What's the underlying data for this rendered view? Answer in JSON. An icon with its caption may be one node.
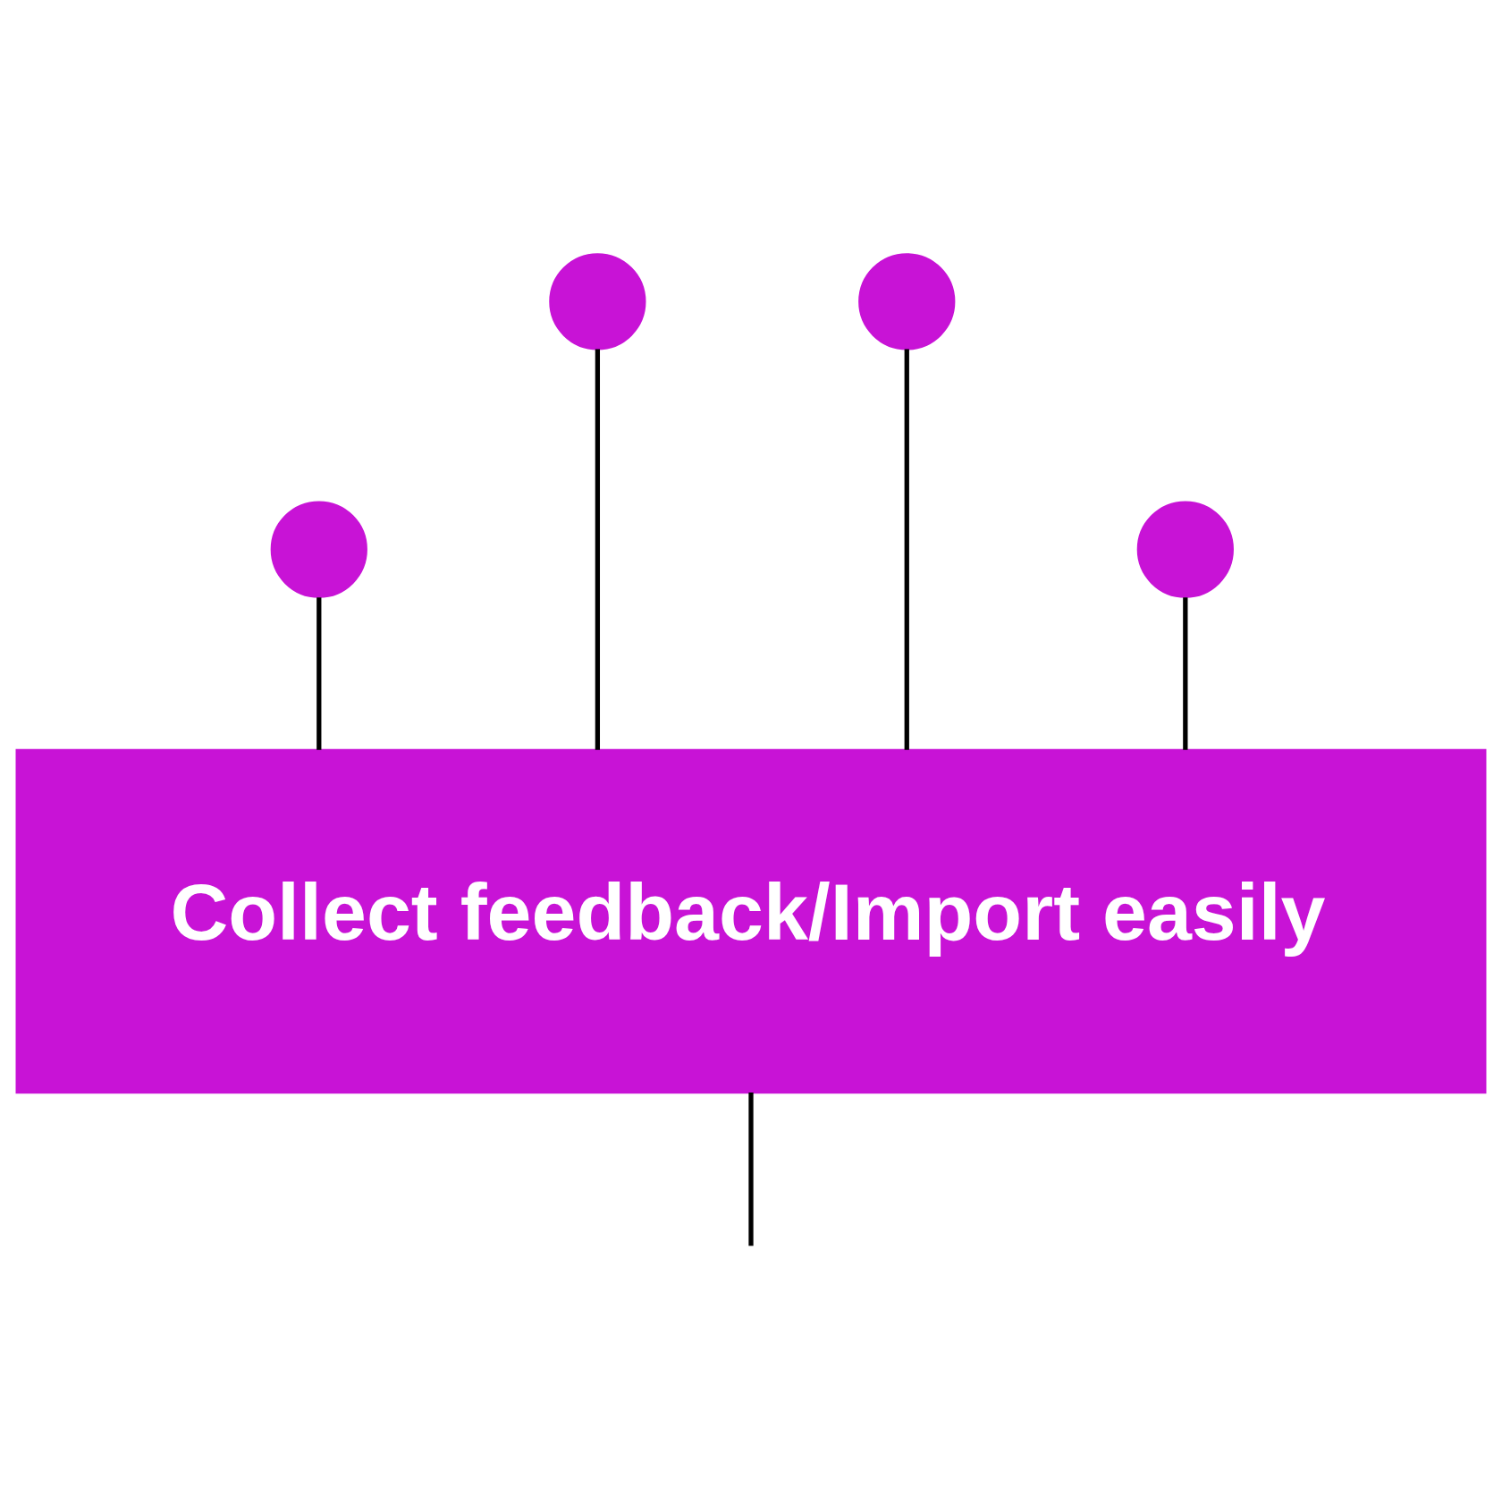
{
  "diagram": {
    "nodes": [
      {
        "text": [],
        "shape": "circle"
      },
      {
        "text": [],
        "shape": "circle"
      },
      {
        "text": [],
        "shape": "circle"
      },
      {
        "text": [],
        "shape": "circle"
      },
      {
        "text": [
          "Collect feedback/Import easily"
        ]
      }
    ],
    "edges": [
      {
        "from": 0,
        "to": 4,
        "arrow": "none"
      },
      {
        "from": 1,
        "to": 4,
        "arrow": "none"
      },
      {
        "from": 2,
        "to": 4,
        "arrow": "none"
      },
      {
        "from": 3,
        "to": 4,
        "arrow": "none"
      },
      {
        "from": 4,
        "to": null,
        "arrow": "none"
      }
    ]
  }
}
